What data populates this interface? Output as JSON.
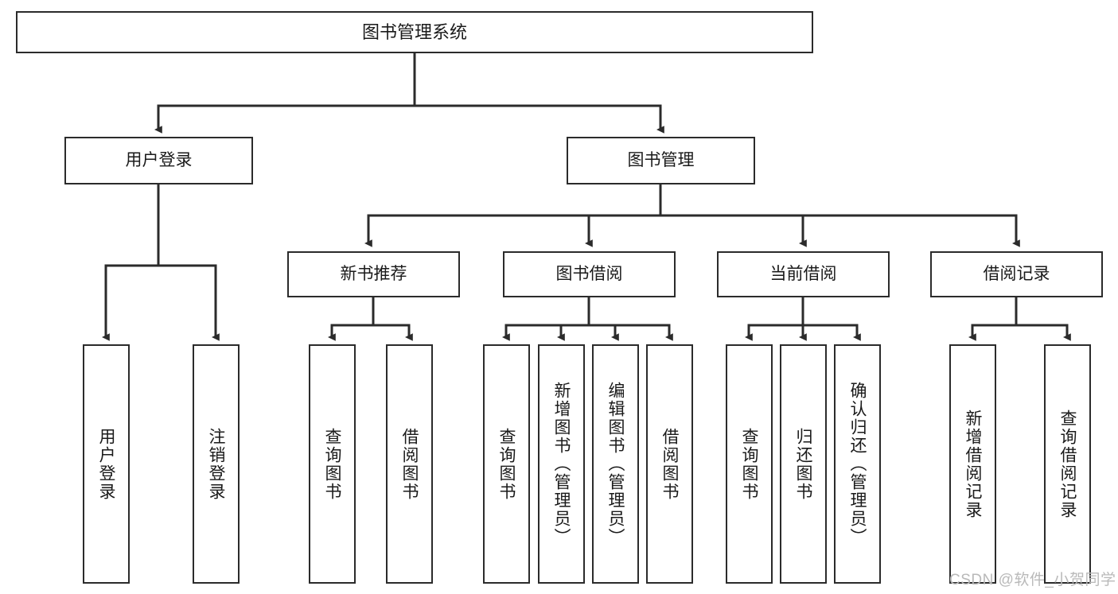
{
  "diagram": {
    "title": "图书管理系统",
    "type": "hierarchy-tree",
    "watermark": "CSDN @软件_小贺同学",
    "colors": {
      "box_border": "#2b2b2b",
      "box_fill": "#ffffff",
      "line": "#2b2b2b",
      "text": "#1a1a1a",
      "watermark": "#b9b9b9",
      "background": "#ffffff"
    },
    "levels": {
      "root": {
        "label": "图书管理系统"
      },
      "level2": [
        {
          "label": "用户登录"
        },
        {
          "label": "图书管理"
        }
      ],
      "level3": [
        {
          "label": "新书推荐"
        },
        {
          "label": "图书借阅"
        },
        {
          "label": "当前借阅"
        },
        {
          "label": "借阅记录"
        }
      ],
      "leaves": {
        "user_login": [
          {
            "label": "用户登录"
          },
          {
            "label": "注销登录"
          }
        ],
        "new_book_recommend": [
          {
            "label": "查询图书"
          },
          {
            "label": "借阅图书"
          }
        ],
        "book_borrow": [
          {
            "label": "查询图书"
          },
          {
            "label": "新增图书（管理员）"
          },
          {
            "label": "编辑图书（管理员）"
          },
          {
            "label": "借阅图书"
          }
        ],
        "current_borrow": [
          {
            "label": "查询图书"
          },
          {
            "label": "归还图书"
          },
          {
            "label": "确认归还（管理员）"
          }
        ],
        "borrow_record": [
          {
            "label": "新增借阅记录"
          },
          {
            "label": "查询借阅记录"
          }
        ]
      }
    }
  }
}
